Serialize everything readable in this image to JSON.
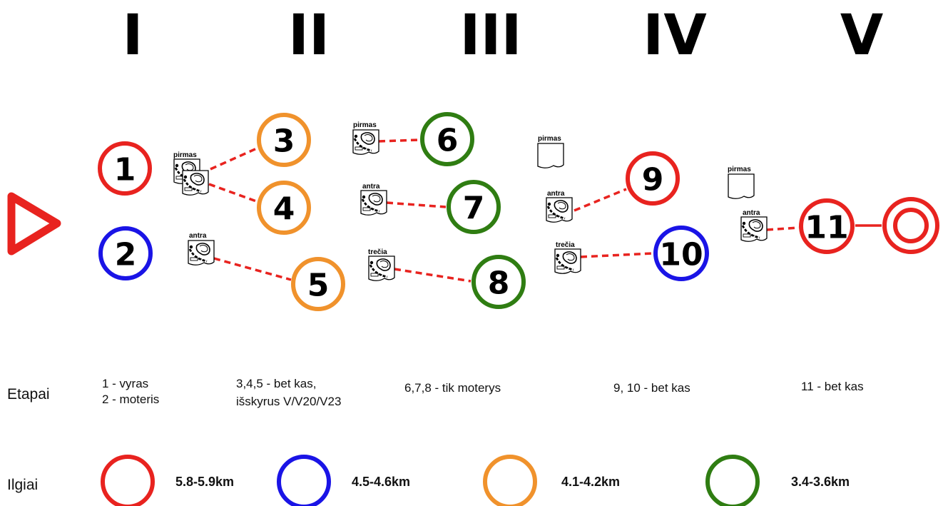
{
  "colors": {
    "red": "#e8231f",
    "blue": "#1a14e6",
    "orange": "#f0922c",
    "green": "#2f7d12",
    "map_outline": "#000000"
  },
  "stages": [
    {
      "roman": "I",
      "description": [
        "1 - vyras",
        "2 - moteris"
      ]
    },
    {
      "roman": "II",
      "description": [
        "3,4,5 - bet kas,",
        "išskyrus V/V20/V23"
      ]
    },
    {
      "roman": "III",
      "description": [
        "6,7,8 - tik moterys"
      ]
    },
    {
      "roman": "IV",
      "description": [
        "9, 10 - bet kas"
      ]
    },
    {
      "roman": "V",
      "description": [
        "11 - bet kas"
      ]
    }
  ],
  "legs": [
    {
      "number": "1",
      "color": "red"
    },
    {
      "number": "2",
      "color": "blue"
    },
    {
      "number": "3",
      "color": "orange",
      "map": "pirmas"
    },
    {
      "number": "4",
      "color": "orange",
      "map": "pirmas"
    },
    {
      "number": "5",
      "color": "orange",
      "map": "antra"
    },
    {
      "number": "6",
      "color": "green",
      "map": "pirmas"
    },
    {
      "number": "7",
      "color": "green",
      "map": "antra"
    },
    {
      "number": "8",
      "color": "green",
      "map": "trečia"
    },
    {
      "number": "9",
      "color": "red",
      "map": "antra"
    },
    {
      "number": "10",
      "color": "blue",
      "map": "trečia"
    },
    {
      "number": "11",
      "color": "red",
      "map": "antra"
    }
  ],
  "map_labels": {
    "II_first": "pirmas",
    "II_second": "antra",
    "III_first": "pirmas",
    "III_second": "antra",
    "III_third": "trečia",
    "IV_first": "pirmas",
    "IV_second": "antra",
    "IV_third": "trečia",
    "V_first": "pirmas",
    "V_second": "antra"
  },
  "row_labels": {
    "stages": "Etapai",
    "lengths": "Ilgiai"
  },
  "lengths": [
    {
      "color": "red",
      "label": "5.8-5.9km"
    },
    {
      "color": "blue",
      "label": "4.5-4.6km"
    },
    {
      "color": "orange",
      "label": "4.1-4.2km"
    },
    {
      "color": "green",
      "label": "3.4-3.6km"
    }
  ],
  "symbols": {
    "start": "start-triangle",
    "finish": "finish-double-circle",
    "map_sheet": "map-icon",
    "blank_sheet": "blank-map-icon"
  }
}
